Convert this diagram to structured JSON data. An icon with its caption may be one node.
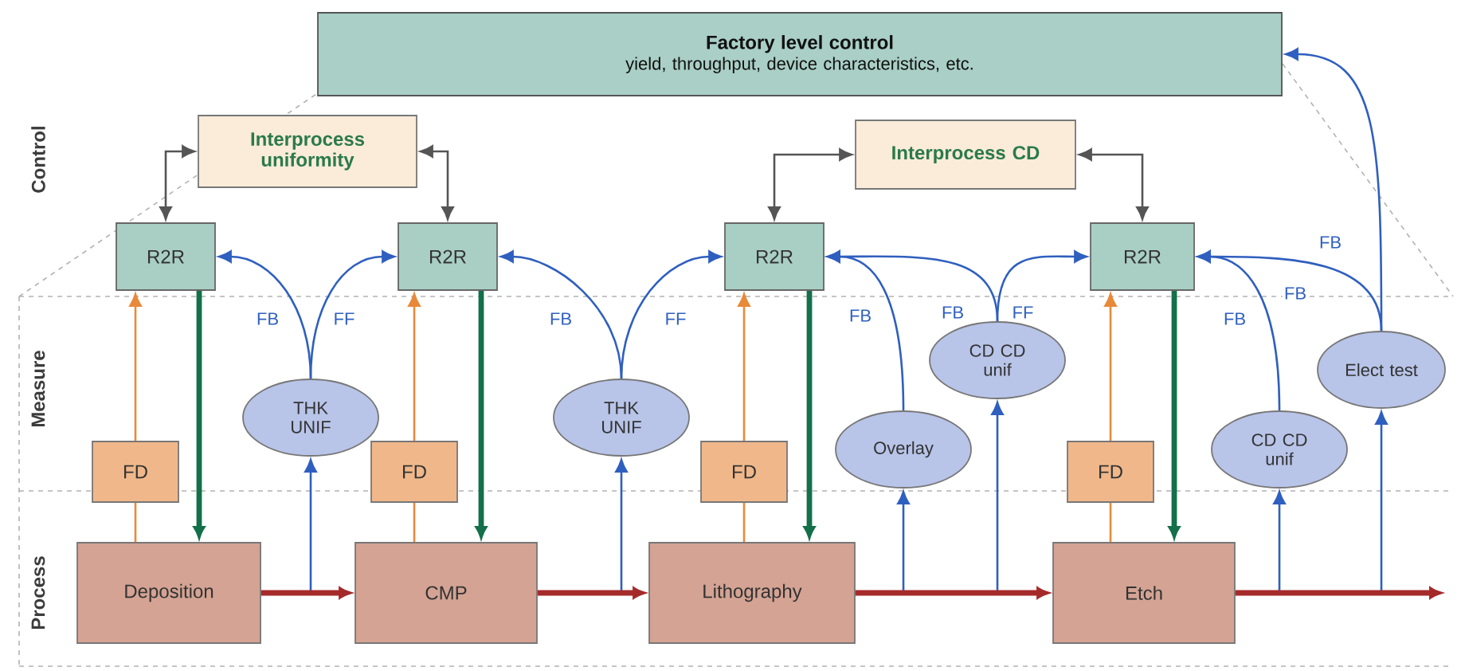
{
  "diagram": {
    "nodes": [
      {
        "text": [
          "Factory level control",
          "yield, throughput, device characteristics, etc."
        ]
      },
      {
        "text": [
          "Interprocess uniformity"
        ]
      },
      {
        "text": [
          "Interprocess CD"
        ]
      },
      {
        "text": [
          "R2R"
        ]
      },
      {
        "text": [
          "R2R"
        ]
      },
      {
        "text": [
          "R2R"
        ]
      },
      {
        "text": [
          "R2R"
        ]
      },
      {
        "text": [
          "FD"
        ]
      },
      {
        "text": [
          "FD"
        ]
      },
      {
        "text": [
          "FD"
        ]
      },
      {
        "text": [
          "FD"
        ]
      },
      {
        "text": [
          "THK UNIF"
        ]
      },
      {
        "text": [
          "THK UNIF"
        ]
      },
      {
        "text": [
          "Overlay"
        ]
      },
      {
        "text": [
          "CD CD unif"
        ]
      },
      {
        "text": [
          "CD CD unif"
        ]
      },
      {
        "text": [
          "Elect test"
        ]
      },
      {
        "text": [
          "Deposition"
        ]
      },
      {
        "text": [
          "CMP"
        ]
      },
      {
        "text": [
          "Lithography"
        ]
      },
      {
        "text": [
          "Etch"
        ]
      }
    ],
    "edges": [
      {
        "from": 1,
        "to": 3,
        "arrow": "both",
        "color": "#555555"
      },
      {
        "from": 1,
        "to": 4,
        "arrow": "both",
        "color": "#555555"
      },
      {
        "from": 2,
        "to": 5,
        "arrow": "both",
        "color": "#555555"
      },
      {
        "from": 2,
        "to": 6,
        "arrow": "both",
        "color": "#555555"
      },
      {
        "from": 3,
        "to": 17,
        "arrow": "to",
        "style": "thick",
        "color": "#13704a"
      },
      {
        "from": 4,
        "to": 18,
        "arrow": "to",
        "style": "thick",
        "color": "#13704a"
      },
      {
        "from": 5,
        "to": 19,
        "arrow": "to",
        "style": "thick",
        "color": "#13704a"
      },
      {
        "from": 6,
        "to": 20,
        "arrow": "to",
        "style": "thick",
        "color": "#13704a"
      },
      {
        "from": 17,
        "to": 7,
        "arrow": "none",
        "color": "#e8893a"
      },
      {
        "from": 7,
        "to": 3,
        "arrow": "to",
        "color": "#e8893a"
      },
      {
        "from": 18,
        "to": 8,
        "arrow": "none",
        "color": "#e8893a"
      },
      {
        "from": 8,
        "to": 4,
        "arrow": "to",
        "color": "#e8893a"
      },
      {
        "from": 19,
        "to": 9,
        "arrow": "none",
        "color": "#e8893a"
      },
      {
        "from": 9,
        "to": 5,
        "arrow": "to",
        "color": "#e8893a"
      },
      {
        "from": 20,
        "to": 10,
        "arrow": "none",
        "color": "#e8893a"
      },
      {
        "from": 10,
        "to": 6,
        "arrow": "to",
        "color": "#e8893a"
      },
      {
        "from": 17,
        "to": 11,
        "arrow": "to"
      },
      {
        "from": 18,
        "to": 12,
        "arrow": "to"
      },
      {
        "from": 19,
        "to": 13,
        "arrow": "to"
      },
      {
        "from": 19,
        "to": 14,
        "arrow": "to"
      },
      {
        "from": 20,
        "to": 15,
        "arrow": "to"
      },
      {
        "from": 20,
        "to": 16,
        "arrow": "to"
      },
      {
        "from": 11,
        "to": 3,
        "arrow": "to",
        "label": "FB"
      },
      {
        "from": 11,
        "to": 4,
        "arrow": "to",
        "label": "FF"
      },
      {
        "from": 12,
        "to": 4,
        "arrow": "to",
        "label": "FB"
      },
      {
        "from": 12,
        "to": 5,
        "arrow": "to",
        "label": "FF"
      },
      {
        "from": 13,
        "to": 5,
        "arrow": "to",
        "label": "FB"
      },
      {
        "from": 14,
        "to": 5,
        "arrow": "to",
        "label": "FB"
      },
      {
        "from": 14,
        "to": 6,
        "arrow": "to",
        "label": "FF"
      },
      {
        "from": 15,
        "to": 6,
        "arrow": "to",
        "label": "FB"
      },
      {
        "from": 16,
        "to": 6,
        "arrow": "to",
        "label": "FB"
      },
      {
        "from": 16,
        "to": 0,
        "arrow": "to",
        "label": "FB"
      },
      {
        "from": 17,
        "to": 18,
        "arrow": "to",
        "style": "thick",
        "color": "#a52a2a"
      },
      {
        "from": 18,
        "to": 19,
        "arrow": "to",
        "style": "thick",
        "color": "#a52a2a"
      },
      {
        "from": 19,
        "to": 20,
        "arrow": "to",
        "style": "thick",
        "color": "#a52a2a"
      },
      {
        "from": 20,
        "to": null,
        "arrow": "to",
        "style": "thick",
        "color": "#a52a2a"
      }
    ],
    "labels": [
      "Control",
      "Measure",
      "Process"
    ]
  }
}
